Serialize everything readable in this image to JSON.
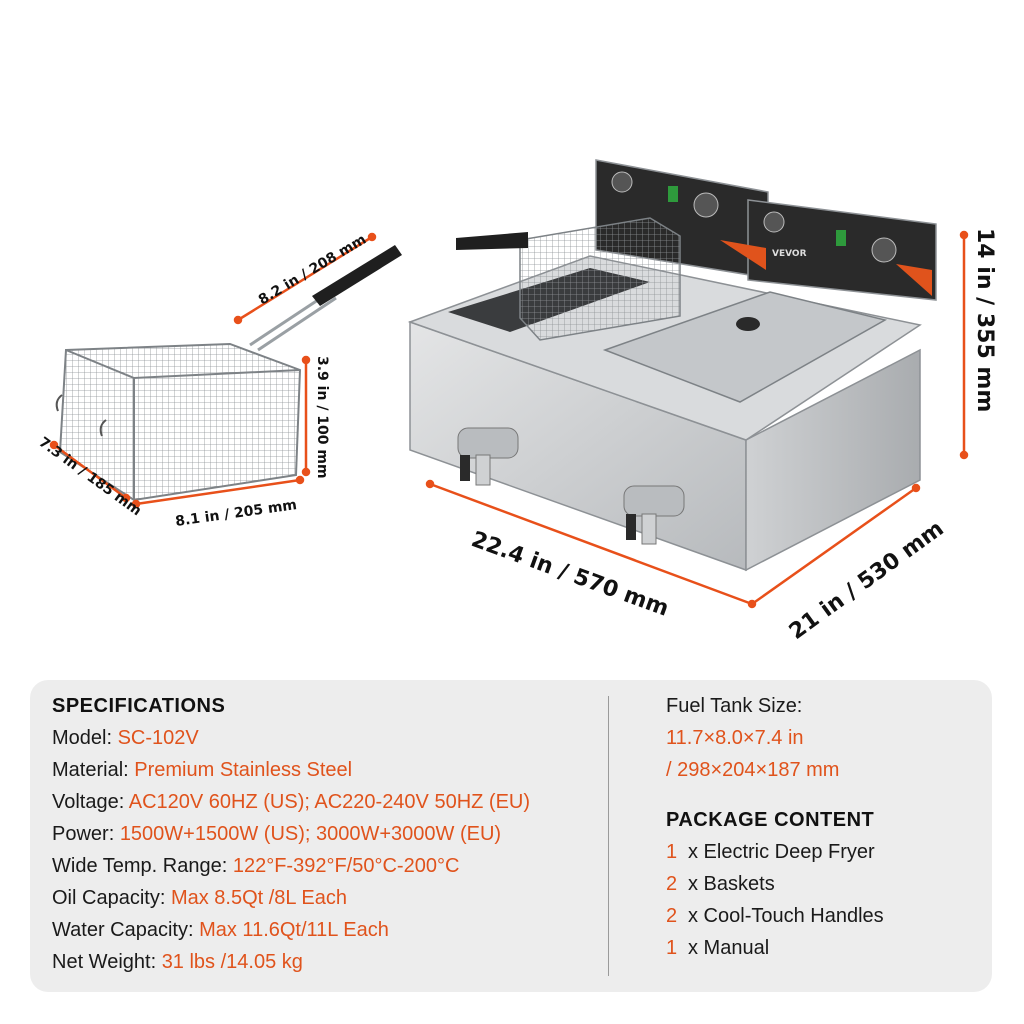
{
  "colors": {
    "accent": "#e0531c",
    "dimension_line": "#e8501a",
    "panel_bg": "#ededed",
    "steel": "#c9cbcd"
  },
  "dimensions": {
    "basket_handle": "8.2 in / 208 mm",
    "basket_height": "3.9 in / 100 mm",
    "basket_depth": "7.3 in / 185 mm",
    "basket_width": "8.1 in / 205 mm",
    "fryer_height": "14 in / 355 mm",
    "fryer_width": "22.4 in / 570 mm",
    "fryer_depth": "21 in / 530 mm",
    "brand_mark": "VEVOR"
  },
  "specs": {
    "title": "SPECIFICATIONS",
    "rows": [
      {
        "label": "Model: ",
        "value": "SC-102V"
      },
      {
        "label": "Material: ",
        "value": "Premium Stainless Steel"
      },
      {
        "label": "Voltage: ",
        "value": "AC120V 60HZ (US); AC220-240V 50HZ (EU)"
      },
      {
        "label": "Power: ",
        "value": "1500W+1500W (US); 3000W+3000W (EU)"
      },
      {
        "label": "Wide Temp. Range: ",
        "value": "122°F-392°F/50°C-200°C"
      },
      {
        "label": "Oil Capacity: ",
        "value": "Max 8.5Qt /8L Each"
      },
      {
        "label": "Water Capacity: ",
        "value": "Max 11.6Qt/11L Each"
      },
      {
        "label": "Net Weight: ",
        "value": "31 lbs /14.05 kg"
      }
    ]
  },
  "fuel_tank": {
    "label": "Fuel Tank Size:",
    "value_line1": "11.7×8.0×7.4 in",
    "value_line2": "/ 298×204×187 mm"
  },
  "package": {
    "title": "PACKAGE CONTENT",
    "items": [
      {
        "qty": "1",
        "text": "x Electric Deep Fryer"
      },
      {
        "qty": "2",
        "text": "x Baskets"
      },
      {
        "qty": "2",
        "text": "x Cool-Touch Handles"
      },
      {
        "qty": "1",
        "text": "x Manual"
      }
    ]
  }
}
